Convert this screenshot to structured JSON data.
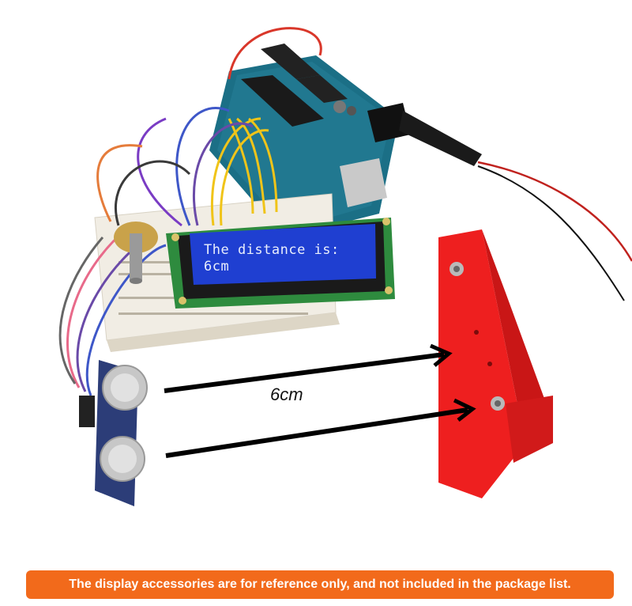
{
  "lcd": {
    "line1": "The distance is:",
    "line2": "6cm"
  },
  "measurement_label": "6cm",
  "notice": "The display accessories are for reference only,  and not included in the package list.",
  "colors": {
    "notice_bg": "#f26a1b",
    "lcd_bg": "#1f3fd1",
    "target_block": "#ee1f1f",
    "arduino_board": "#1b6f86",
    "breadboard": "#f1ede4"
  }
}
